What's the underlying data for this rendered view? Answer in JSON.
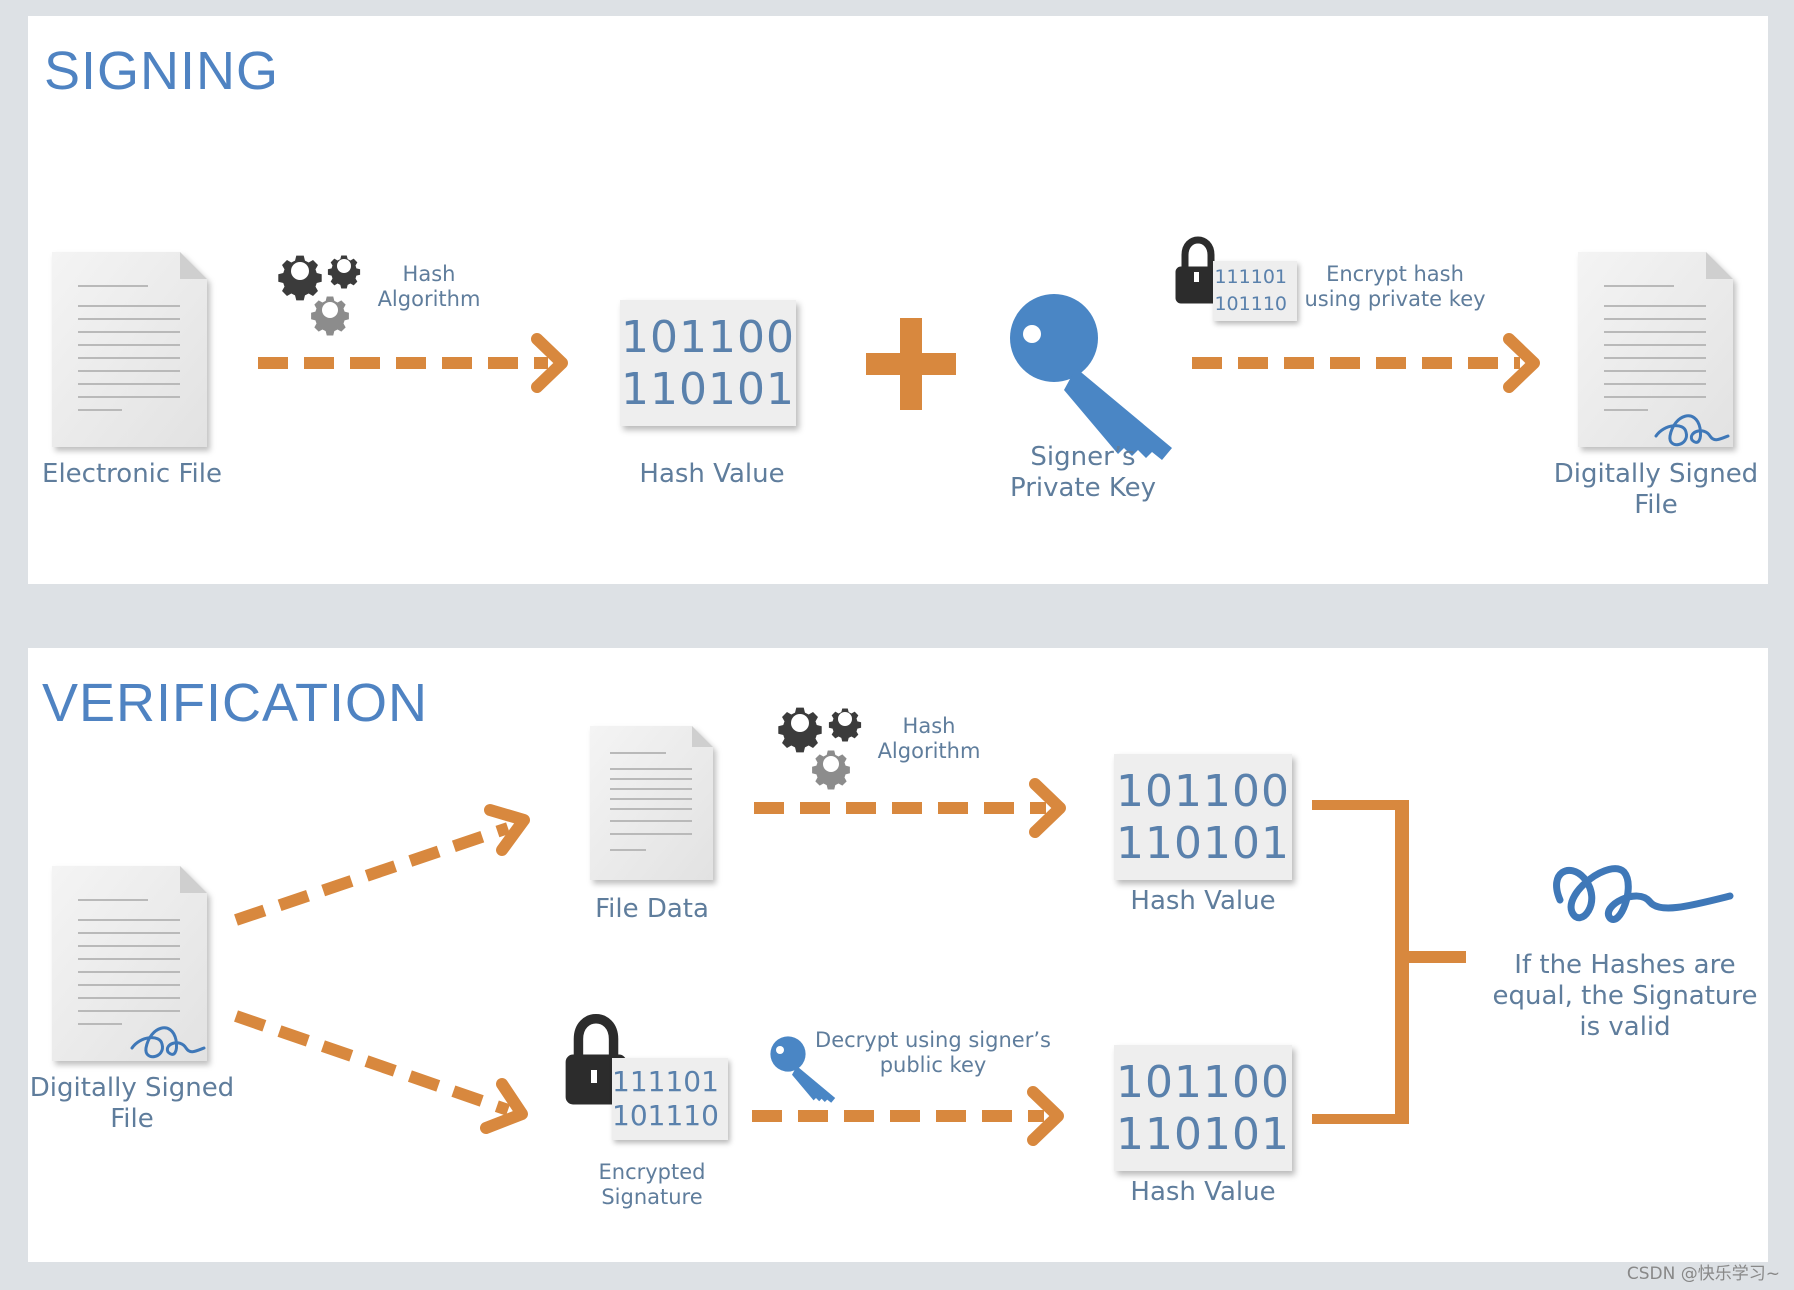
{
  "signing": {
    "title": "SIGNING",
    "electronic_file_label": "Electronic File",
    "hash_algorithm_label": "Hash\nAlgorithm",
    "hash_value": {
      "line1": "101100",
      "line2": "110101",
      "label": "Hash Value"
    },
    "private_key_label": "Signer’s\nPrivate Key",
    "encrypted_hash": {
      "line1": "111101",
      "line2": "101110"
    },
    "encrypt_label": "Encrypt hash\nusing private key",
    "signed_file_label": "Digitally Signed\nFile"
  },
  "verification": {
    "title": "VERIFICATION",
    "signed_file_label": "Digitally Signed\nFile",
    "file_data_label": "File Data",
    "hash_algorithm_label": "Hash\nAlgorithm",
    "hash_value_top": {
      "line1": "101100",
      "line2": "110101",
      "label": "Hash Value"
    },
    "encrypted_signature": {
      "line1": "111101",
      "line2": "101110",
      "label": "Encrypted\nSignature"
    },
    "decrypt_label": "Decrypt using signer’s\npublic key",
    "hash_value_bottom": {
      "line1": "101100",
      "line2": "110101",
      "label": "Hash Value"
    },
    "result_label": "If the Hashes are\nequal, the Signature\nis valid"
  },
  "watermark": "CSDN @快乐学习~",
  "colors": {
    "arrow_orange": "#d8883e",
    "title_blue": "#4f83c2",
    "key_blue": "#4a86c5",
    "label_slate": "#5f7d9c",
    "gear_dark": "#3b3b3b",
    "gear_light": "#8c8c8c",
    "lock_dark": "#2c2c2c"
  },
  "icons": [
    "document-icon",
    "gear-icon",
    "key-icon",
    "lock-icon",
    "signature-icon",
    "plus-icon",
    "dashed-arrow-icon",
    "bracket-connector"
  ]
}
